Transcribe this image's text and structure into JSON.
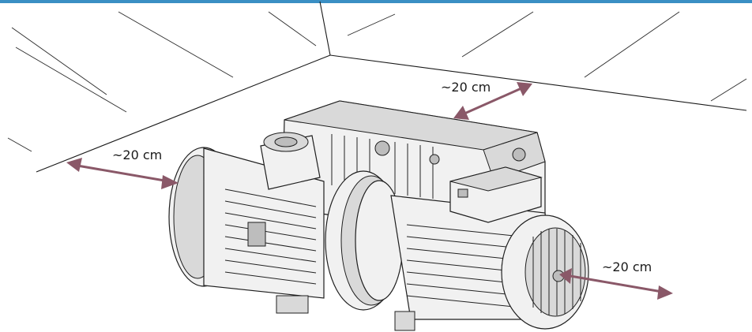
{
  "diagram": {
    "clearance_labels": {
      "left": "~20 cm",
      "top": "~20 cm",
      "right": "~20 cm"
    },
    "colors": {
      "arrow": "#8a5868",
      "top_bar": "#3a8fc4",
      "lines": "#1a1a1a",
      "pump_fill": "#f1f1f1"
    }
  }
}
